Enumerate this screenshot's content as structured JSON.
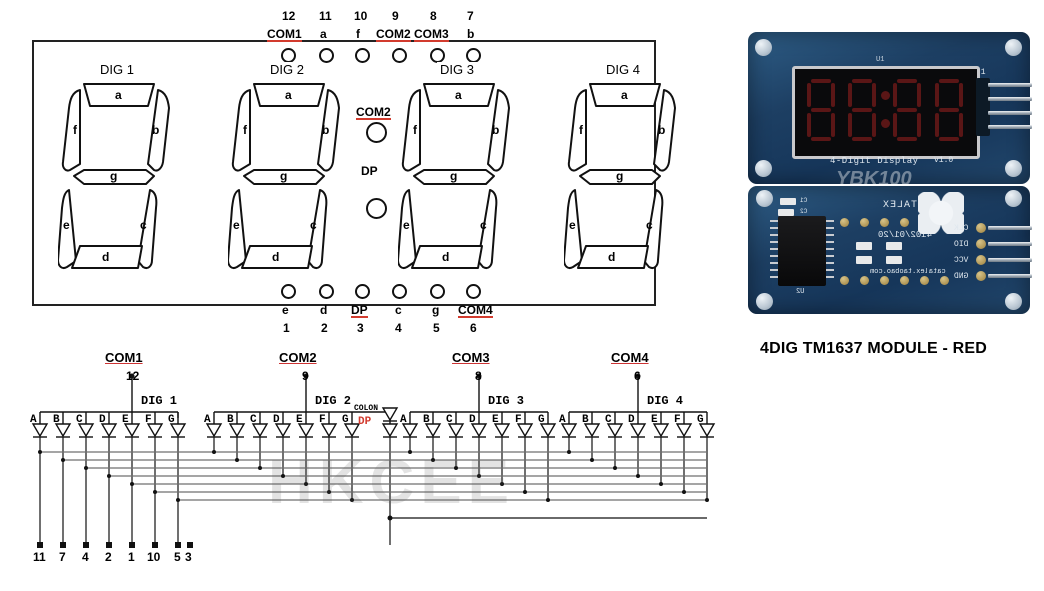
{
  "package": {
    "top_pins": [
      {
        "number": "12",
        "name": "COM1"
      },
      {
        "number": "11",
        "name": "a"
      },
      {
        "number": "10",
        "name": "f"
      },
      {
        "number": "9",
        "name": "COM2"
      },
      {
        "number": "8",
        "name": "COM3"
      },
      {
        "number": "7",
        "name": "b"
      }
    ],
    "bottom_pins": [
      {
        "name": "e",
        "number": "1"
      },
      {
        "name": "d",
        "number": "2"
      },
      {
        "name": "DP",
        "number": "3"
      },
      {
        "name": "c",
        "number": "4"
      },
      {
        "name": "g",
        "number": "5"
      },
      {
        "name": "COM4",
        "number": "6"
      }
    ],
    "digits": [
      {
        "title": "DIG 1"
      },
      {
        "title": "DIG 2"
      },
      {
        "title": "DIG 3"
      },
      {
        "title": "DIG 4"
      }
    ],
    "segment_labels": [
      "a",
      "b",
      "c",
      "d",
      "e",
      "f",
      "g"
    ],
    "colon_top_label": "COM2",
    "colon_bottom_label": "DP"
  },
  "schematic": {
    "groups": [
      {
        "com": "COM1",
        "com_pin": "12",
        "dig": "DIG 1",
        "segments": [
          "A",
          "B",
          "C",
          "D",
          "E",
          "F",
          "G"
        ]
      },
      {
        "com": "COM2",
        "com_pin": "9",
        "dig": "DIG 2",
        "segments": [
          "A",
          "B",
          "C",
          "D",
          "E",
          "F",
          "G"
        ],
        "extra_top": "COLON",
        "extra_bottom": "DP"
      },
      {
        "com": "COM3",
        "com_pin": "8",
        "dig": "DIG 3",
        "segments": [
          "A",
          "B",
          "C",
          "D",
          "E",
          "F",
          "G"
        ]
      },
      {
        "com": "COM4",
        "com_pin": "6",
        "dig": "DIG 4",
        "segments": [
          "A",
          "B",
          "C",
          "D",
          "E",
          "F",
          "G"
        ]
      }
    ],
    "bottom_terminals": [
      "11",
      "7",
      "4",
      "2",
      "1",
      "10",
      "5",
      "3"
    ],
    "watermark": "HKCEE"
  },
  "module": {
    "front": {
      "silk_u1": "U1",
      "silk_j1": "J1",
      "silk_title": "4-Digit Display",
      "silk_version": "v1.0",
      "watermark": "YBK100",
      "digits": [
        "8",
        "8",
        "8",
        "8"
      ]
    },
    "back": {
      "brand": "CATALEX",
      "date_code": "4102/01/20",
      "site": "catalex.taobao.com",
      "chip_ref": "U2",
      "caps": [
        "C1",
        "C2"
      ],
      "pins": [
        "CLK",
        "DIO",
        "VCC",
        "GND"
      ]
    },
    "caption": "4DIG TM1637 MODULE - RED"
  },
  "colors": {
    "pcb_blue": "#1d3f63",
    "segment_red": "#5a1616",
    "silk_white": "#dfe7ee",
    "underline_red": "#d23b2e",
    "wire_gray": "#6f6f6f",
    "wire_black": "#111111"
  }
}
